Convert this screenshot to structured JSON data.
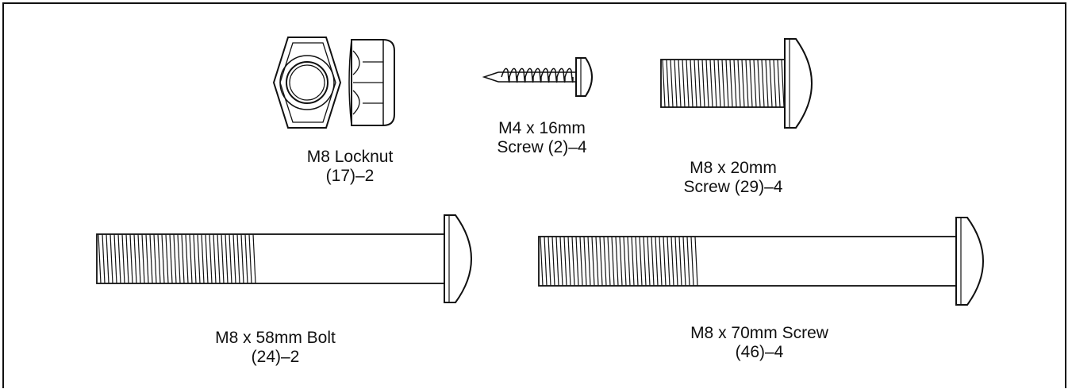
{
  "parts": [
    {
      "id": "m8-locknut",
      "line1": "M8 Locknut",
      "line2": "(17)–2",
      "icon": "locknut-icon"
    },
    {
      "id": "m4-16mm-screw",
      "line1": "M4 x 16mm",
      "line2": "Screw (2)–4",
      "icon": "small-screw-icon"
    },
    {
      "id": "m8-20mm-screw",
      "line1": "M8 x 20mm",
      "line2": "Screw (29)–4",
      "icon": "short-screw-icon"
    },
    {
      "id": "m8-58mm-bolt",
      "line1": "M8 x 58mm Bolt",
      "line2": "(24)–2",
      "icon": "bolt-icon"
    },
    {
      "id": "m8-70mm-screw",
      "line1": "M8 x 70mm Screw",
      "line2": "(46)–4",
      "icon": "long-screw-icon"
    }
  ]
}
